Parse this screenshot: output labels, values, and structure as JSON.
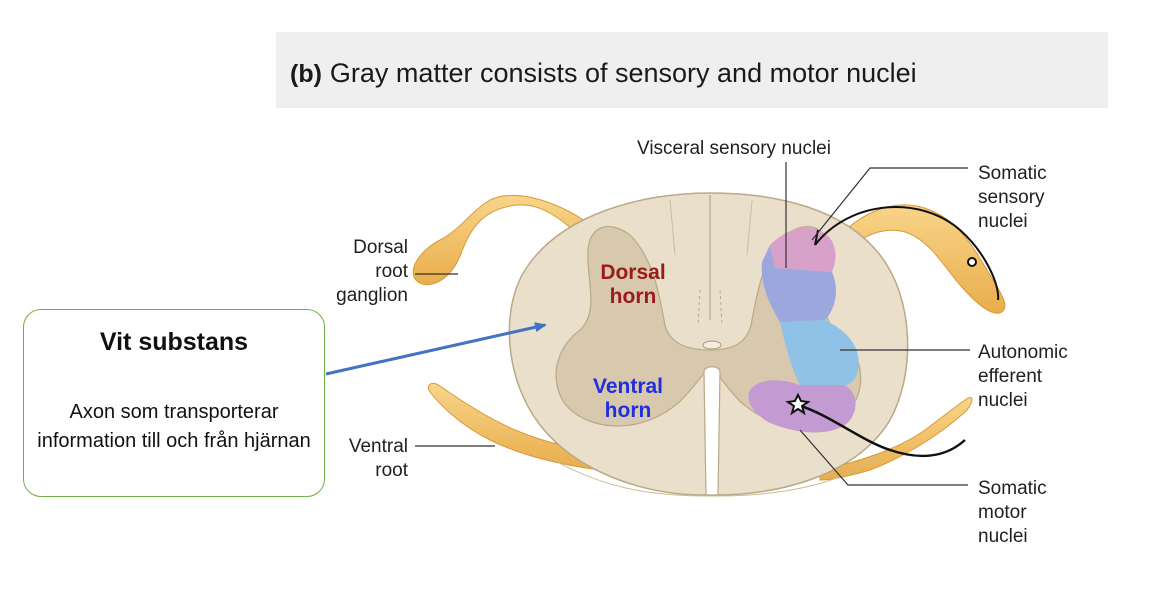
{
  "title": {
    "part_letter": "(b)",
    "text": "Gray matter consists of sensory and motor nuclei"
  },
  "labels": {
    "visceral_sensory": "Visceral sensory nuclei",
    "somatic_sensory": "Somatic\nsensory\nnuclei",
    "dorsal_root_ganglion": "Dorsal\nroot\nganglion",
    "autonomic_efferent": "Autonomic\nefferent\nnuclei",
    "ventral_root": "Ventral\nroot",
    "somatic_motor": "Somatic\nmotor\nnuclei",
    "dorsal_horn": "Dorsal\nhorn",
    "ventral_horn": "Ventral\nhorn"
  },
  "callout": {
    "title": "Vit substans",
    "body": "Axon som transporterar information till och från hjärnan"
  },
  "colors": {
    "white_matter": "#e9dfcb",
    "gray_matter": "#d8c8ae",
    "root_yellow": "#f2c266",
    "visceral_sensory": "#9ba7dd",
    "somatic_sensory": "#d8a1c9",
    "autonomic": "#8fc2e6",
    "somatic_motor": "#c39ad2",
    "dorsal_horn_text": "#9b1b1b",
    "ventral_horn_text": "#1f2fe0",
    "callout_border": "#70ad47",
    "arrow": "#4472c4"
  },
  "icons": {
    "callout_arrow": "arrow-right-icon"
  }
}
